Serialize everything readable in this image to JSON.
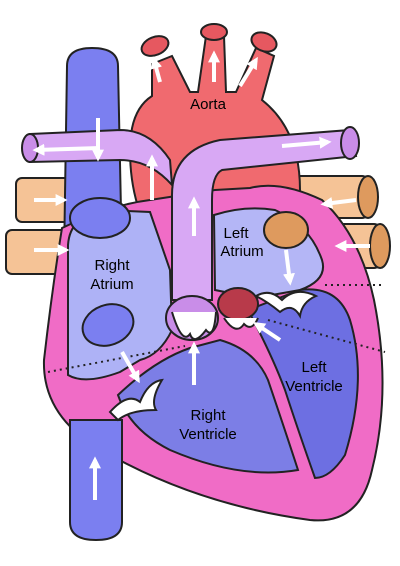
{
  "labels": {
    "aorta": "Aorta",
    "right_atrium_1": "Right",
    "right_atrium_2": "Atrium",
    "left_atrium_1": "Left",
    "left_atrium_2": "Atrium",
    "right_ventricle_1": "Right",
    "right_ventricle_2": "Ventricle",
    "left_ventricle_1": "Left",
    "left_ventricle_2": "Ventricle"
  },
  "colors": {
    "vena_cava": "#7b7ff0",
    "aorta": "#f06a6f",
    "pulmonary_artery": "#d8a8f4",
    "pulmonary_vein": "#f5c396",
    "pulmonary_vein_end": "#de9a5e",
    "myocardium": "#f06cc6",
    "right_atrium": "#aeb2f6",
    "left_atrium": "#b4b6f6",
    "right_ventricle": "#7c7ee6",
    "left_ventricle": "#6d6fe2",
    "valve": "#ffffff",
    "flow_arrow": "#ffffff"
  }
}
